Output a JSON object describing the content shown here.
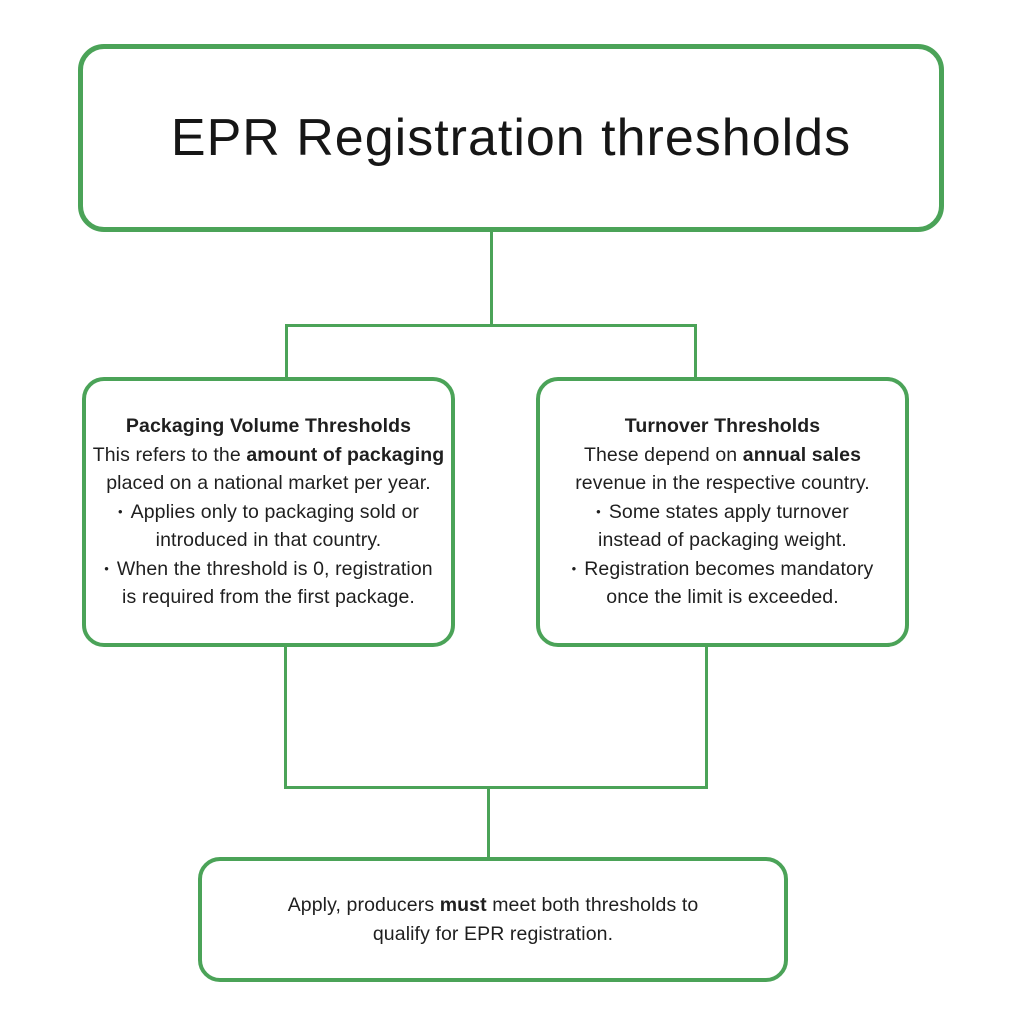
{
  "colors": {
    "green": "#4ba358",
    "text": "#1f1f1f",
    "title": "#161616",
    "background": "#ffffff"
  },
  "bullet_glyph": "•",
  "top_box": {
    "title": "EPR Registration thresholds"
  },
  "left_box": {
    "heading": "Packaging Volume Thresholds",
    "lines": [
      {
        "s": [
          {
            "t": "This refers to the "
          },
          {
            "t": "amount of packaging",
            "bold": true
          }
        ]
      },
      {
        "s": [
          {
            "t": "placed on a national market per year."
          }
        ]
      },
      {
        "bullet": true,
        "s": [
          {
            "t": "Applies only to packaging sold or"
          }
        ]
      },
      {
        "s": [
          {
            "t": "introduced in that country."
          }
        ]
      },
      {
        "bullet": true,
        "s": [
          {
            "t": "When the threshold is 0, registration"
          }
        ]
      },
      {
        "s": [
          {
            "t": "is required from the first package."
          }
        ]
      }
    ]
  },
  "right_box": {
    "heading": "Turnover Thresholds",
    "lines": [
      {
        "s": [
          {
            "t": "These depend on "
          },
          {
            "t": "annual sales",
            "bold": true
          }
        ]
      },
      {
        "s": [
          {
            "t": "revenue in the respective country."
          }
        ]
      },
      {
        "bullet": true,
        "s": [
          {
            "t": "Some states apply turnover"
          }
        ]
      },
      {
        "s": [
          {
            "t": "instead of packaging weight."
          }
        ]
      },
      {
        "bullet": true,
        "s": [
          {
            "t": "Registration becomes mandatory"
          }
        ]
      },
      {
        "s": [
          {
            "t": "once the limit is exceeded."
          }
        ]
      }
    ]
  },
  "bottom_box": {
    "lines": [
      {
        "s": [
          {
            "t": "Apply, producers "
          },
          {
            "t": "must",
            "bold": true
          },
          {
            "t": " meet both thresholds to"
          }
        ]
      },
      {
        "s": [
          {
            "t": "qualify for EPR registration."
          }
        ]
      }
    ]
  }
}
